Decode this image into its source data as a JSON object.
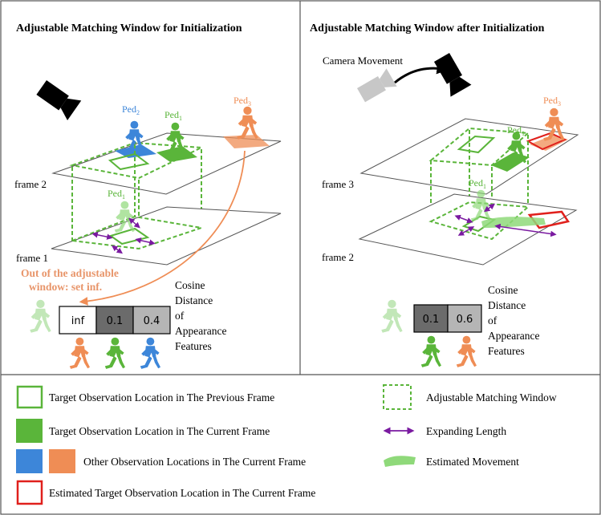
{
  "left_panel": {
    "title": "Adjustable Matching Window for Initialization",
    "frame_top_label": "frame 2",
    "frame_bottom_label": "frame 1",
    "ped2_label": "Ped",
    "ped2_sub": "2",
    "ped1_top_label": "Ped",
    "ped1_top_sub": "1",
    "ped3_label": "Ped",
    "ped3_sub": "3",
    "ped1_bottom_label": "Ped",
    "ped1_bottom_sub": "1",
    "out_note_line1": "Out of the adjustable",
    "out_note_line2": "window: set inf.",
    "cosine_lines": [
      "Cosine",
      "Distance",
      "of",
      "Appearance",
      "Features"
    ],
    "distance_cells": [
      "inf",
      "0.1",
      "0.4"
    ]
  },
  "right_panel": {
    "title": "Adjustable Matching Window after Initialization",
    "camera_movement_label": "Camera Movement",
    "frame_top_label": "frame 3",
    "frame_bottom_label": "frame 2",
    "ped1_top_label": "Ped",
    "ped1_top_sub": "1",
    "ped3_label": "Ped",
    "ped3_sub": "3",
    "ped1_bottom_label": "Ped",
    "ped1_bottom_sub": "1",
    "cosine_lines": [
      "Cosine",
      "Distance",
      "of",
      "Appearance",
      "Features"
    ],
    "distance_cells": [
      "0.1",
      "0.6"
    ]
  },
  "legend": {
    "target_prev": "Target Observation Location in The Previous Frame",
    "target_curr": "Target Observation Location in The Current Frame",
    "other_obs": "Other Observation Locations in The Current Frame",
    "estimated_target": "Estimated Target Observation Location in The Current Frame",
    "adjustable_window": "Adjustable Matching Window",
    "expanding_length": "Expanding Length",
    "estimated_movement": "Estimated Movement"
  },
  "colors": {
    "green": "#5ab53a",
    "light_green": "#8fd97a",
    "blue": "#3d86d9",
    "orange": "#ef8d55",
    "red": "#e0201c",
    "purple": "#7a1aa0",
    "salmon_text": "#e8956a",
    "cell_white": "#ffffff",
    "cell_dark": "#6b6b6b",
    "cell_light": "#b5b5b5"
  },
  "icons": [
    "camera-icon",
    "pedestrian-icon",
    "expanding-arrow-icon",
    "estimated-movement-icon"
  ]
}
